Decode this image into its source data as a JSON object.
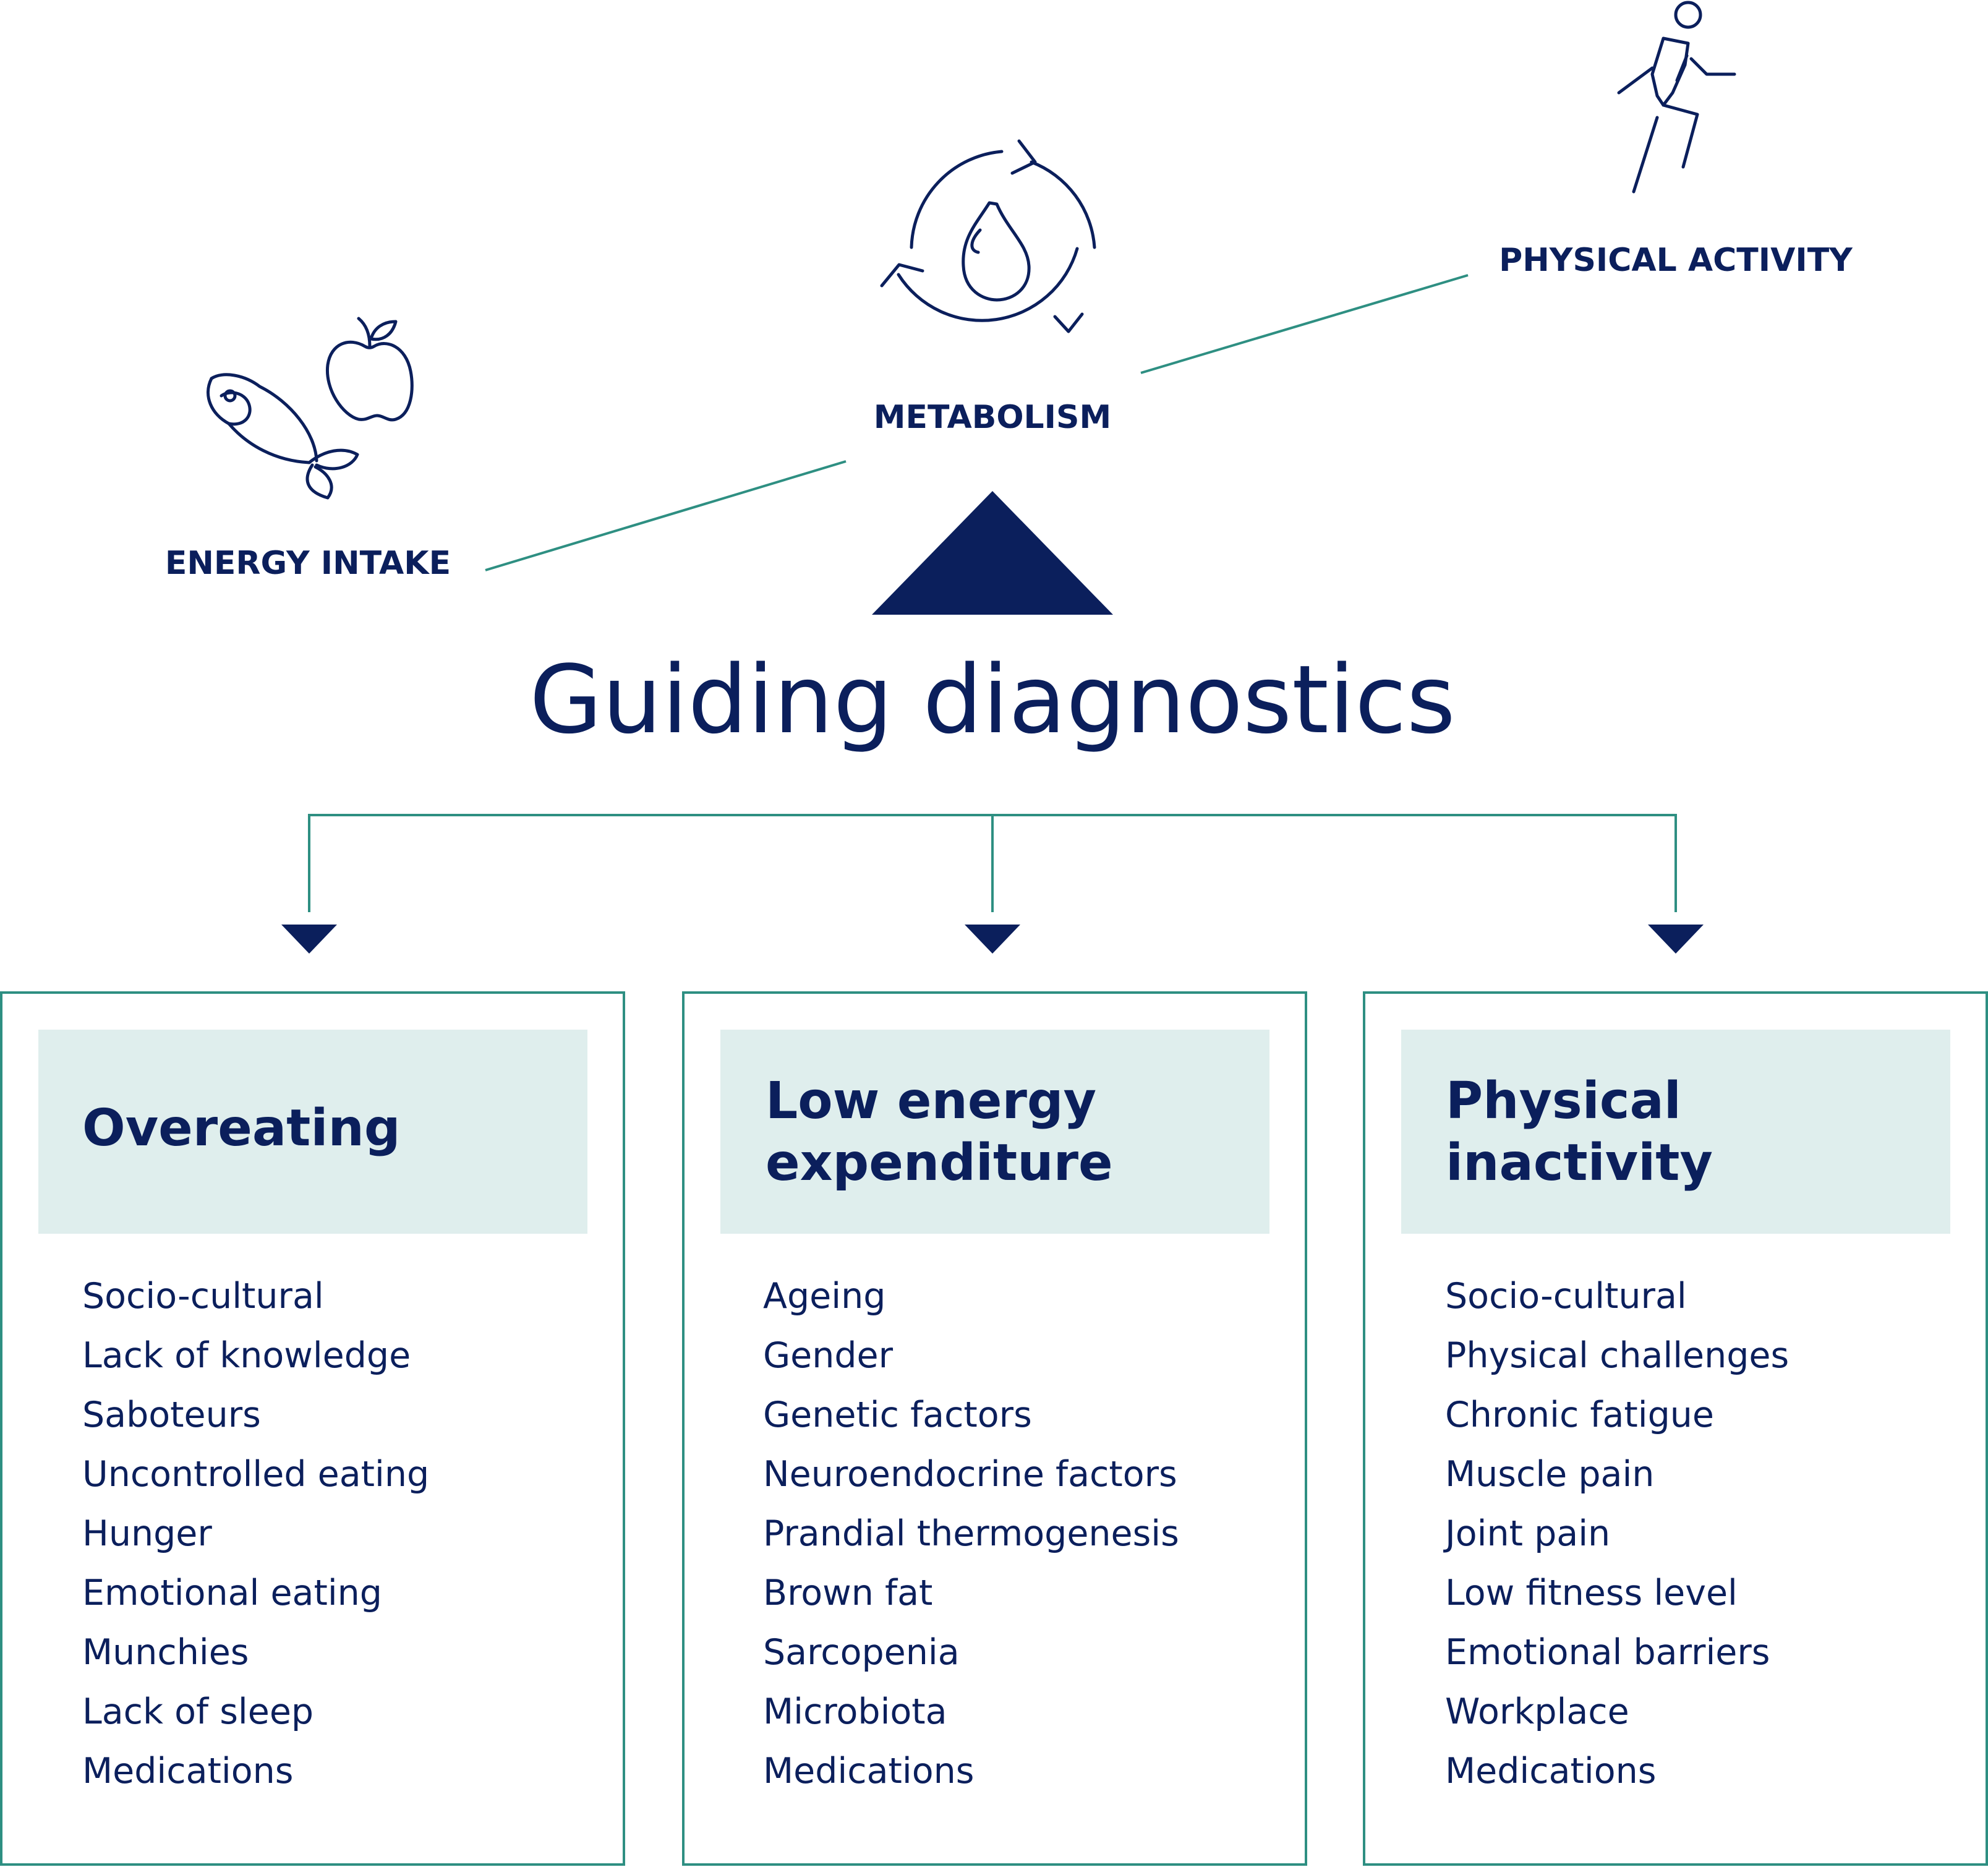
{
  "top": {
    "metabolism": "METABOLISM",
    "energy_intake": "ENERGY INTAKE",
    "physical_activity": "PHYSICAL ACTIVITY"
  },
  "title": "Guiding diagnostics",
  "icons": {
    "metabolism": "metabolism-cycle-flame-icon",
    "energy_intake": "fish-apple-icon",
    "physical_activity": "running-person-icon"
  },
  "colors": {
    "navy": "#0b1f5c",
    "teal": "#2e8f82",
    "header_fill": "#dfeeed"
  },
  "boxes": [
    {
      "heading": [
        "Overeating"
      ],
      "items": [
        "Socio-cultural",
        "Lack of knowledge",
        "Saboteurs",
        "Uncontrolled eating",
        "Hunger",
        "Emotional eating",
        "Munchies",
        "Lack of sleep",
        "Medications"
      ]
    },
    {
      "heading": [
        "Low energy",
        "expenditure"
      ],
      "items": [
        "Ageing",
        "Gender",
        "Genetic factors",
        "Neuroendocrine factors",
        "Prandial thermogenesis",
        "Brown fat",
        "Sarcopenia",
        "Microbiota",
        "Medications"
      ]
    },
    {
      "heading": [
        "Physical",
        "inactivity"
      ],
      "items": [
        "Socio-cultural",
        "Physical challenges",
        "Chronic fatigue",
        "Muscle pain",
        "Joint pain",
        "Low fitness level",
        "Emotional barriers",
        "Workplace",
        "Medications"
      ]
    }
  ]
}
